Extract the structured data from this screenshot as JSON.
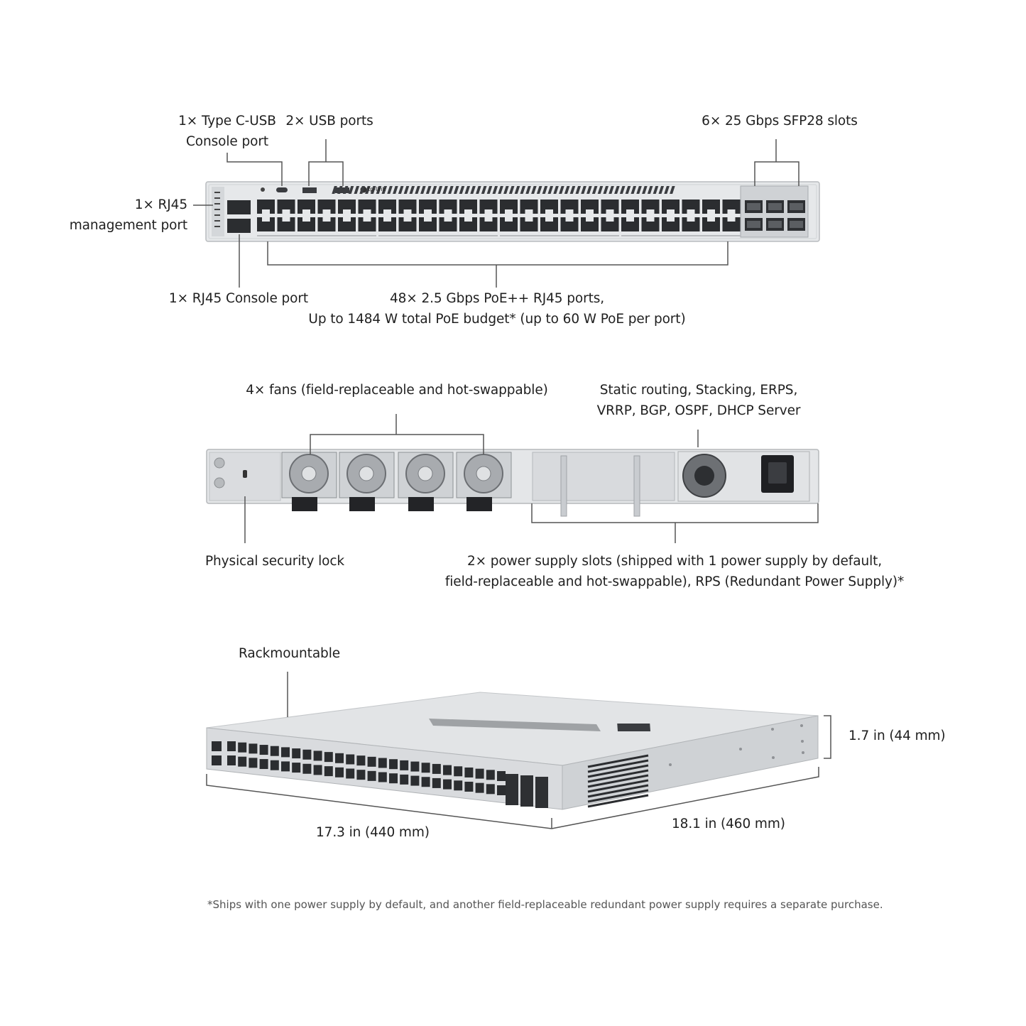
{
  "front_panel": {
    "logo": "tp-link",
    "callouts": {
      "type_c_console": [
        "1× Type C-USB",
        "Console port"
      ],
      "usb_ports": "2× USB ports",
      "sfp28_slots": "6× 25 Gbps SFP28 slots",
      "rj45_management": [
        "1× RJ45",
        "management port"
      ],
      "rj45_console": "1× RJ45 Console port",
      "poe_ports": [
        "48× 2.5 Gbps PoE++ RJ45 ports,",
        "Up to 1484 W total PoE budget* (up to 60 W PoE per port)"
      ]
    }
  },
  "rear_panel": {
    "callouts": {
      "fans": "4× fans (field-replaceable and hot-swappable)",
      "features": [
        "Static routing, Stacking, ERPS,",
        "VRRP, BGP, OSPF, DHCP Server"
      ],
      "security_lock": "Physical security lock",
      "power_supply": [
        "2× power supply slots (shipped with 1 power supply by default,",
        "field-replaceable and hot-swappable), RPS (Redundant Power Supply)*"
      ]
    }
  },
  "perspective": {
    "rackmountable": "Rackmountable",
    "height": "1.7 in (44 mm)",
    "width": "17.3 in (440 mm)",
    "depth": "18.1 in (460 mm)"
  },
  "footnote": "*Ships with one power supply by default, and another field-replaceable redundant power supply requires a separate purchase.",
  "colors": {
    "chassis": "#e4e6e8",
    "port_dark": "#2b2d30",
    "line": "#555555",
    "text": "#1f1f1f"
  }
}
